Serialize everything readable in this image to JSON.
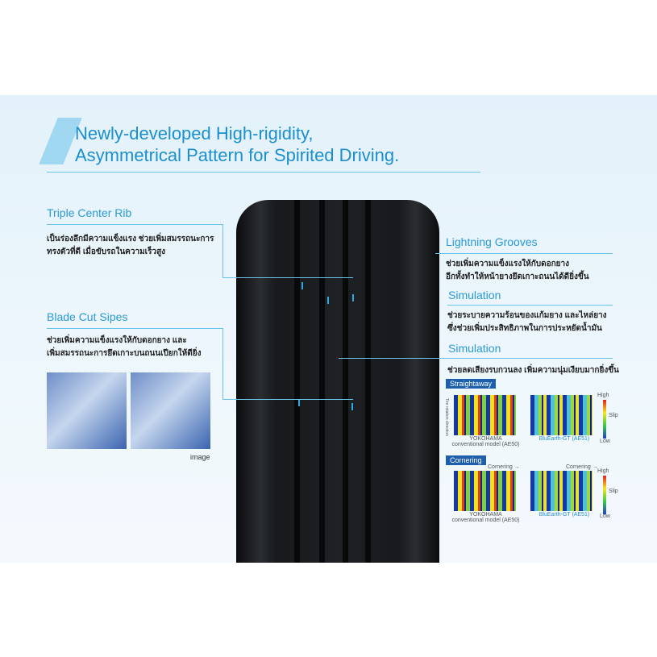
{
  "title": {
    "line1": "Newly-developed High-rigidity,",
    "line2": "Asymmetrical Pattern for Spirited Driving."
  },
  "features": [
    {
      "heading": "Triple Center Rib",
      "text1": "เป็นร่องลึกมีความแข็งแรง ช่วยเพิ่มสมรรถนะการ",
      "text2": "ทรงตัวที่ดี เมื่อขับรถในความเร็วสูง"
    },
    {
      "heading": "Blade Cut Sipes",
      "text1": "ช่วยเพิ่มความแข็งแรงให้กับดอกยาง และ",
      "text2": "เพิ่มสมรรถนะการยึดเกาะบนถนนเปียกให้ดียิ่ง"
    },
    {
      "heading": "Lightning Grooves",
      "text1": "ช่วยเพิ่มความแข็งแรงให้กับดอกยาง",
      "text2": "อีกทั้งทำให้หน้ายางยึดเกาะถนนได้ดียิ่งขึ้น"
    },
    {
      "heading": "Simulation",
      "text1": "ช่วยระบายความร้อนของแก้มยาง และไหล่ยาง",
      "text2": "ซึ่งช่วยเพิ่มประสิทธิภาพในการประหยัดน้ำมัน"
    },
    {
      "heading": "Simulation",
      "text1": "ช่วยลดเสียงรบกวนลง เพิ่มความนุ่มเงียบมากยิ่งขึ้น"
    }
  ],
  "image_caption": "image",
  "simulation": {
    "straightaway": "Straightaway",
    "cornering": "Cornering",
    "cornering_arrow": "Cornering →",
    "rotation": "Tire rotation direction",
    "conventional1": "YOKOHAMA",
    "conventional2": "conventional model (AE50)",
    "blue_earth": "BluEarth-GT (AE51)",
    "high": "High",
    "low": "Low",
    "slip": "Slip"
  }
}
